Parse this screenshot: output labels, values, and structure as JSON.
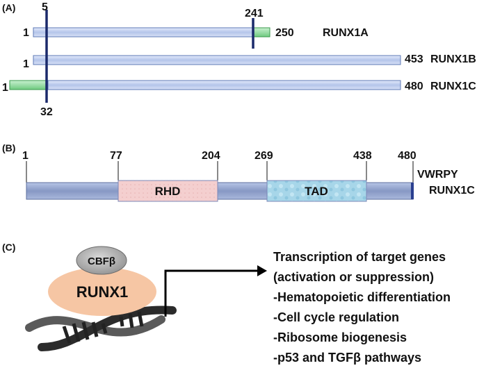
{
  "panel_a": {
    "label": "(A)",
    "marker_top_left": "5",
    "marker_top_right": "241",
    "marker_bottom": "32",
    "isoforms": [
      {
        "start": "1",
        "end_label": "250",
        "name": "RUNX1A"
      },
      {
        "start": "1",
        "end_label": "453",
        "name": "RUNX1B"
      },
      {
        "start": "1",
        "end_label": "480",
        "name": "RUNX1C"
      }
    ],
    "colors": {
      "bar": "#b8c8ec",
      "bar_edge": "#5d78b6",
      "extension": "#7fd38e",
      "marker": "#1b2a6b"
    }
  },
  "panel_b": {
    "label": "(B)",
    "ticks": [
      "1",
      "77",
      "204",
      "269",
      "438",
      "480"
    ],
    "domains": [
      {
        "name": "RHD",
        "color": "#f3c9c9"
      },
      {
        "name": "TAD",
        "color": "#a9d8ea"
      }
    ],
    "motif": "VWRPY",
    "isoform": "RUNX1C",
    "colors": {
      "backbone": "#8fa3cf"
    }
  },
  "panel_c": {
    "label": "(C)",
    "cofactor": "CBFβ",
    "factor": "RUNX1",
    "colors": {
      "cofactor": "#a6a6a6",
      "factor": "#f6c6a4"
    },
    "outcomes": [
      "Transcription of target genes",
      "(activation or suppression)",
      "-Hematopoietic differentiation",
      "-Cell cycle regulation",
      "-Ribosome biogenesis",
      "-p53 and TGFβ pathways"
    ]
  }
}
